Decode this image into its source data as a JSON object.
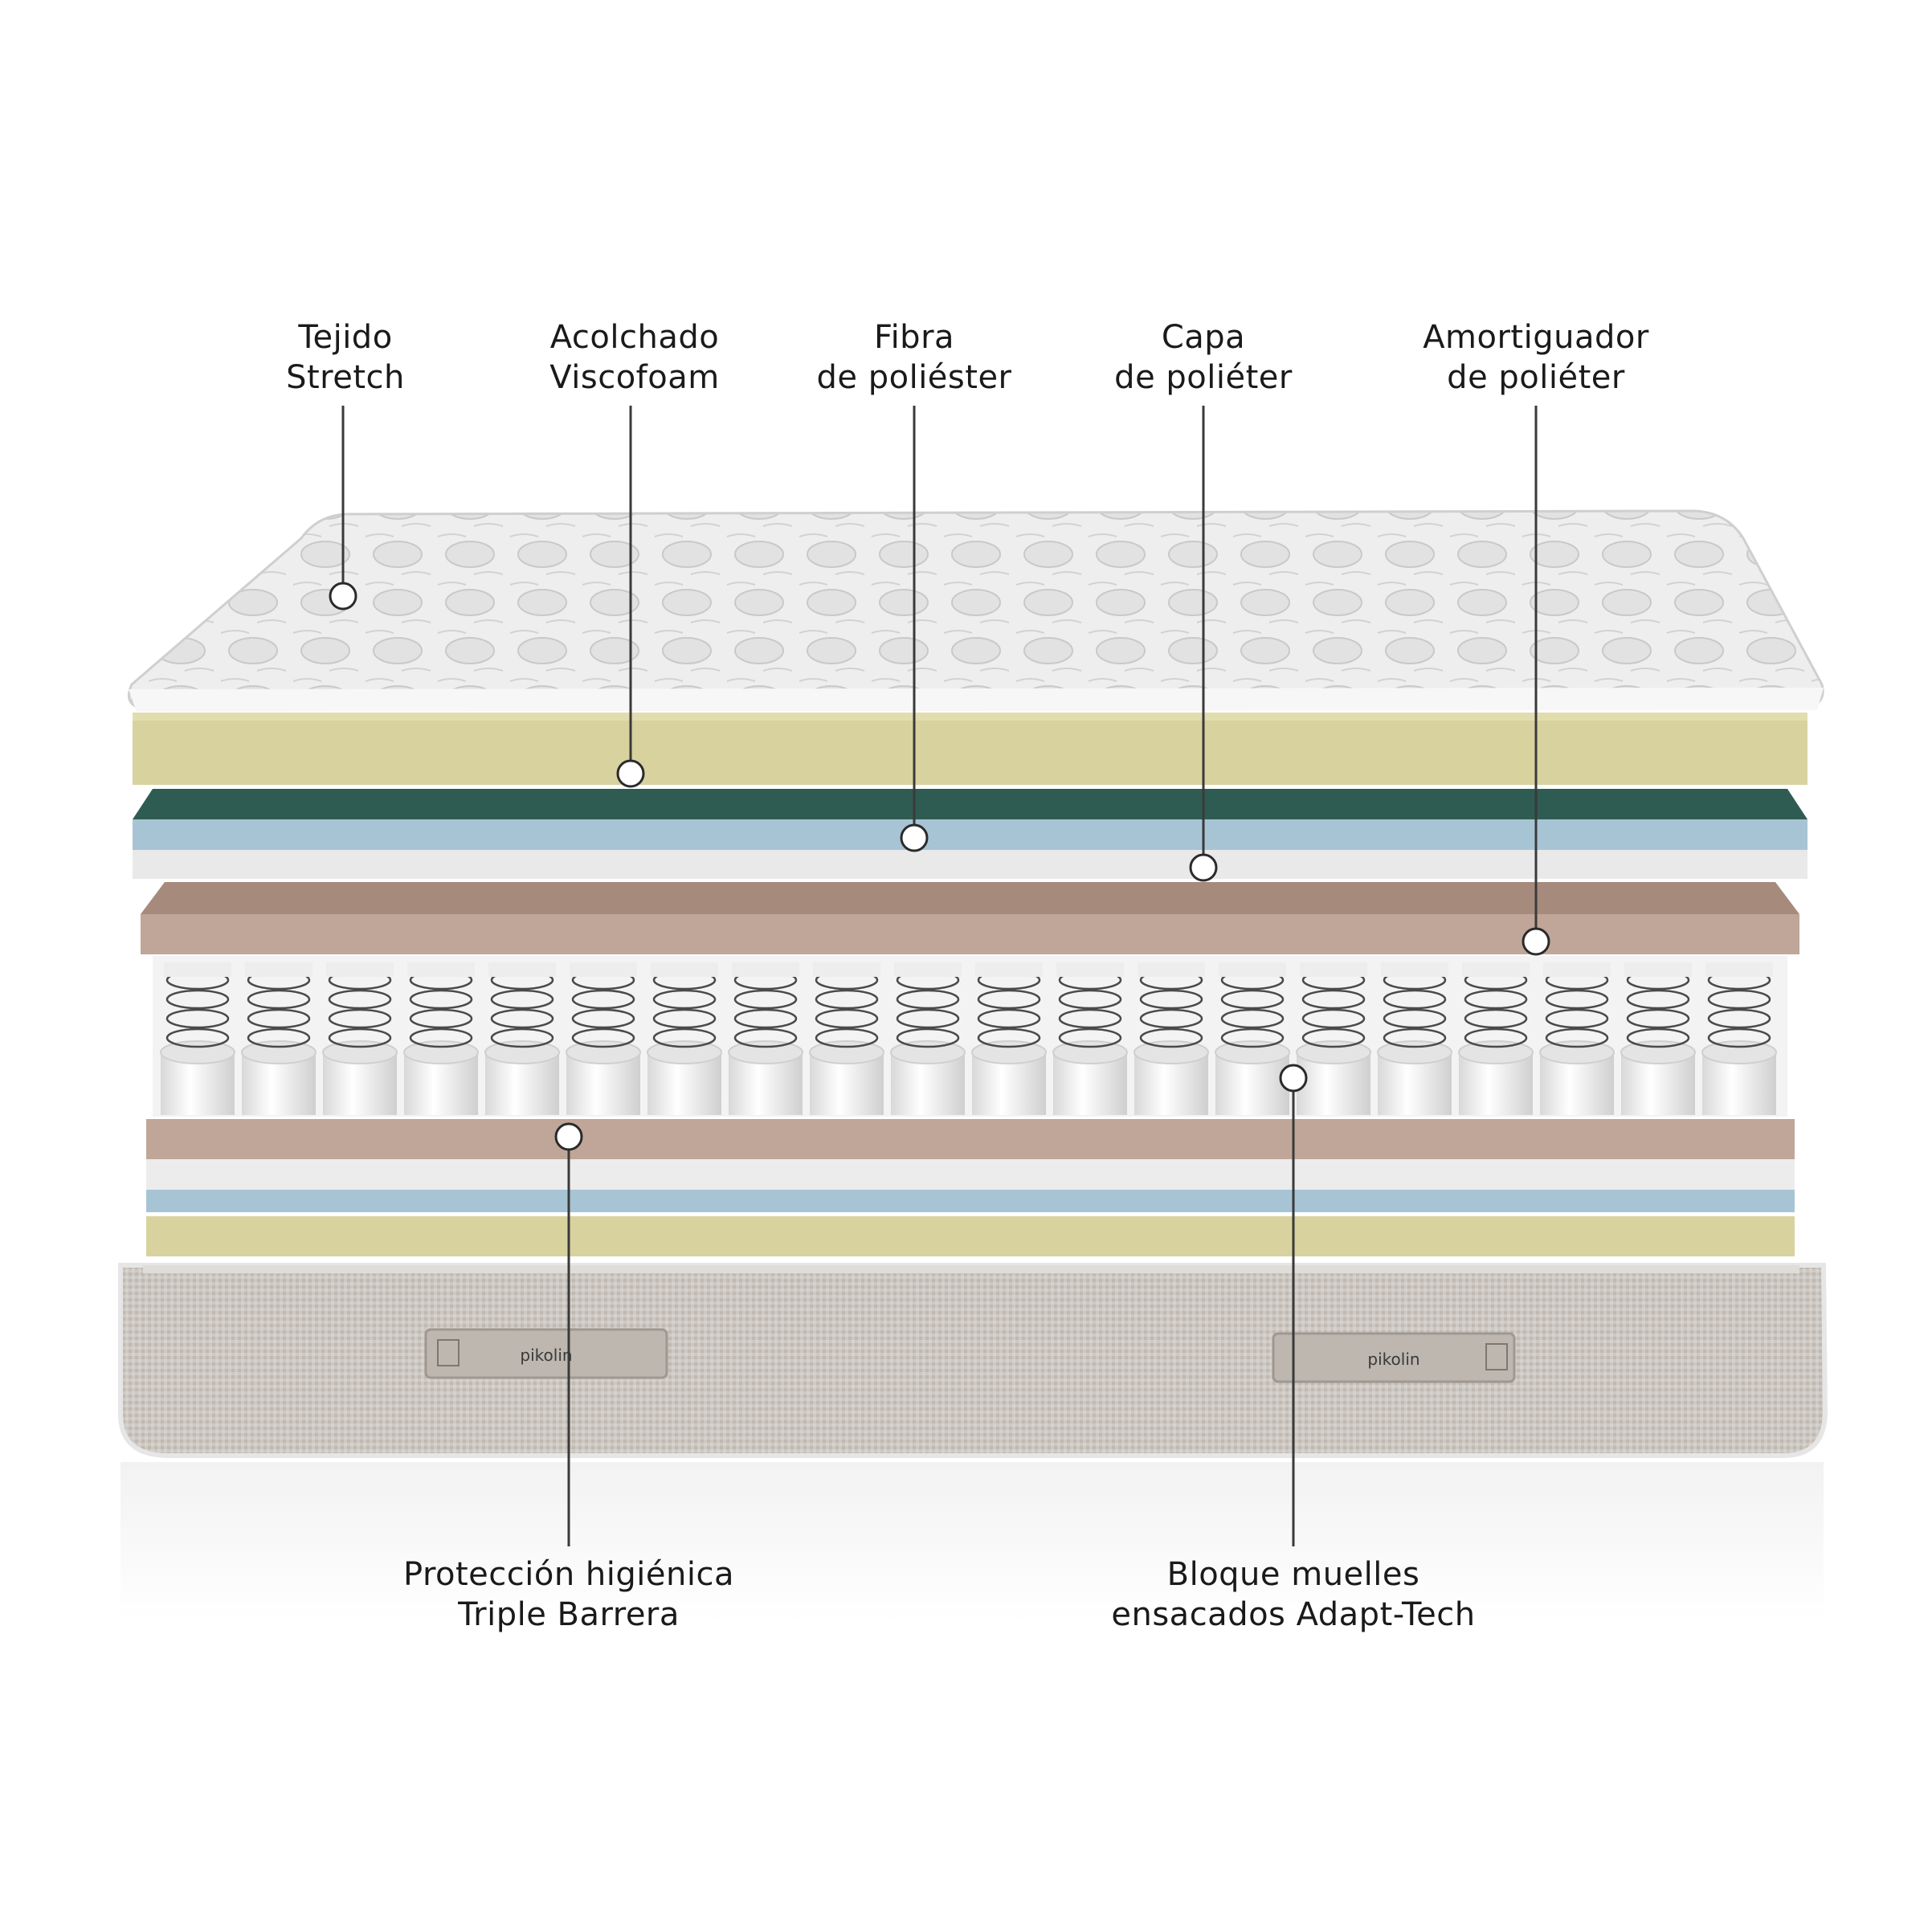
{
  "labels": {
    "tejido": {
      "line1": "Tejido",
      "line2": "Stretch"
    },
    "acolchado": {
      "line1": "Acolchado",
      "line2": "Viscofoam"
    },
    "fibra": {
      "line1": "Fibra",
      "line2": "de poliéster"
    },
    "capa": {
      "line1": "Capa",
      "line2": "de poliéter"
    },
    "amortiguador": {
      "line1": "Amortiguador",
      "line2": "de poliéter"
    },
    "proteccion": {
      "line1": "Protección higiénica",
      "line2": "Triple Barrera"
    },
    "bloque": {
      "line1": "Bloque muelles",
      "line2": "ensacados Adapt-Tech"
    }
  },
  "handles": {
    "brand": "pikolin"
  },
  "colors": {
    "viscofoam": "#d8d29e",
    "fiber_blue": "#a7c4d4",
    "polyether_white": "#e9e9e9",
    "polyether_brown": "#c0a698",
    "fabric_gray": "#cbc6c0",
    "leader_line": "#3a3a3a"
  }
}
